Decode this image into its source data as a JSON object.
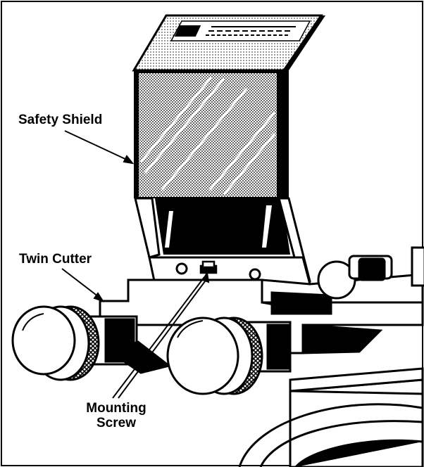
{
  "labels": {
    "safety_shield": "Safety Shield",
    "twin_cutter": "Twin Cutter",
    "mounting_screw_line1": "Mounting",
    "mounting_screw_line2": "Screw"
  },
  "colors": {
    "ink": "#000000",
    "paper": "#ffffff",
    "shade": "#9a9a9a"
  }
}
